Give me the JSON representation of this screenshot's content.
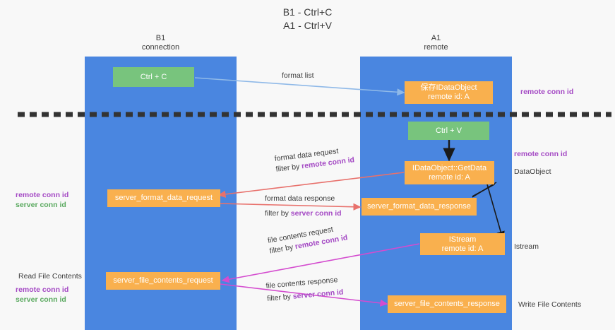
{
  "title": {
    "line1": "B1 - Ctrl+C",
    "line2": "A1 - Ctrl+V"
  },
  "lanes": [
    {
      "id": "b1",
      "line1": "B1",
      "line2": "connection",
      "color": "#4a86e0"
    },
    {
      "id": "a1",
      "line1": "A1",
      "line2": "remote",
      "color": "#4a86e0"
    }
  ],
  "nodes": {
    "ctrl_c": {
      "label": "Ctrl + C",
      "color": "#78c47d"
    },
    "ctrl_v": {
      "label": "Ctrl + V",
      "color": "#78c47d"
    },
    "idataobject": {
      "line1": "保存IDataObject",
      "line2": "remote id: A",
      "color": "#f9b04e"
    },
    "getdata": {
      "line1": "IDataObject::GetData",
      "line2": "remote id: A",
      "color": "#f9b04e"
    },
    "istream": {
      "line1": "IStream",
      "line2": "remote id: A",
      "color": "#f9b04e"
    },
    "server_format_data_request": {
      "label": "server_format_data_request",
      "color": "#f9b04e"
    },
    "server_format_data_response": {
      "label": "server_format_data_response",
      "color": "#f9b04e"
    },
    "server_file_contents_request": {
      "label": "server_file_contents_request",
      "color": "#f9b04e"
    },
    "server_file_contents_response": {
      "label": "server_file_contents_response",
      "color": "#f9b04e"
    }
  },
  "edge_labels": {
    "format_list": "format list",
    "format_data_request": "format data request",
    "format_data_request_filter_prefix": "filter by ",
    "format_data_request_filter_key": "remote conn id",
    "format_data_response": "format data response",
    "format_data_response_filter_prefix": "filter by ",
    "format_data_response_filter_key": "server conn id",
    "file_contents_request": "file contents request",
    "file_contents_request_filter_prefix": "filter by ",
    "file_contents_request_filter_key": "remote conn id",
    "file_contents_response": "file contents response",
    "file_contents_response_filter_prefix": "filter by ",
    "file_contents_response_filter_key": "server conn id"
  },
  "annotations": {
    "right_remote_conn_id_top": "remote conn id",
    "right_remote_conn_id_mid": "remote conn id",
    "right_dataobject": "DataObject",
    "right_istream": "Istream",
    "right_write_file_contents": "Write File Contents",
    "left_remote_conn_id": "remote conn id",
    "left_server_conn_id": "server conn id",
    "left_read_file_contents": "Read File Contents",
    "left_bottom_remote_conn_id": "remote conn id",
    "left_bottom_server_conn_id": "server conn id"
  },
  "colors": {
    "lane": "#4a86e0",
    "green_node": "#78c47d",
    "orange_node": "#f9b04e",
    "purple_text": "#a449c4",
    "green_text": "#5aa95f",
    "arrow_blue": "#8fb9e8",
    "arrow_red": "#e8716c",
    "arrow_magenta": "#d44ccf",
    "arrow_black": "#1a1a1a",
    "divider": "#333333",
    "background": "#f8f8f8"
  }
}
